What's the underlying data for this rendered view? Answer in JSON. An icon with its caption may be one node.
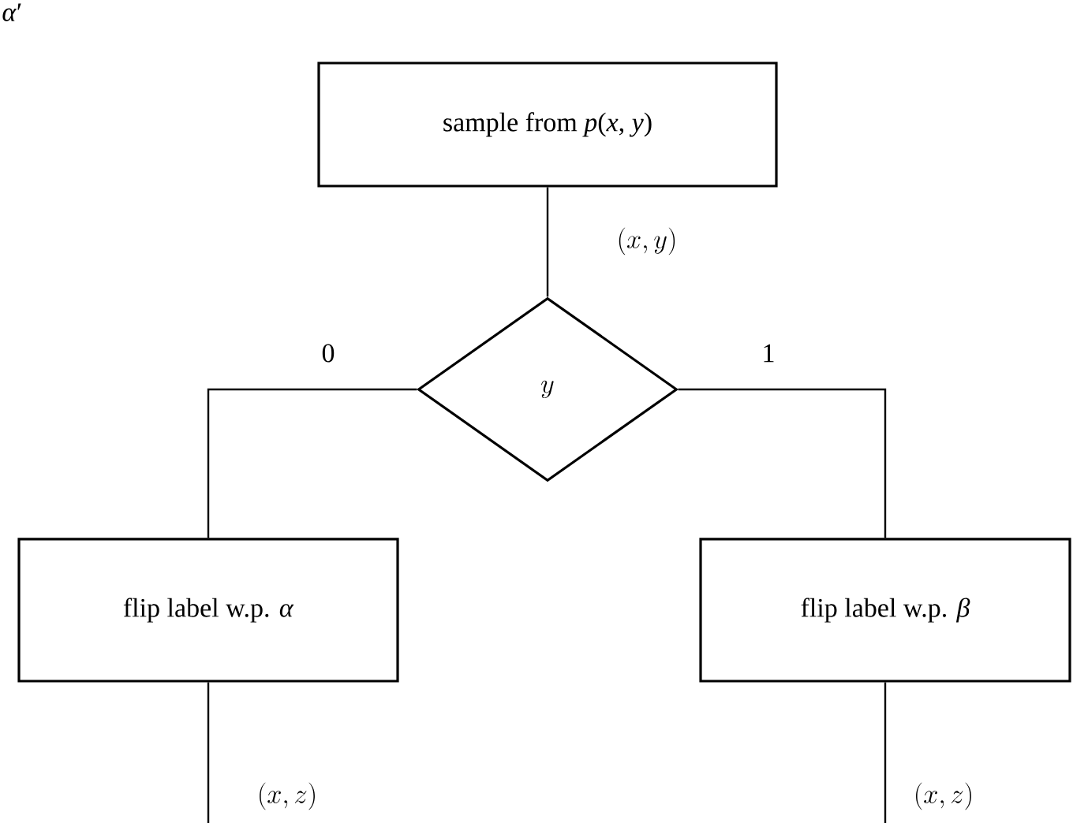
{
  "diagram": {
    "nodes": [
      {
        "text": [
          "sample from *p*(*x*, *y*)"
        ]
      },
      {
        "text": [
          "y"
        ]
      },
      {
        "text": [
          "flip label w.p. *α*"
        ]
      },
      {
        "text": [
          "flip label w.p. *β*"
        ]
      }
    ],
    "edges": [
      {
        "from": 0,
        "to": 1,
        "arrow": "none",
        "label": "(x,y)"
      },
      {
        "from": 1,
        "to": 2,
        "arrow": "none",
        "label": "0"
      },
      {
        "from": 1,
        "to": 3,
        "arrow": "none",
        "label": "1"
      },
      {
        "from": 2,
        "to": null,
        "arrow": "none",
        "label": "(x,z)"
      },
      {
        "from": 3,
        "to": null,
        "arrow": "none",
        "label": "(x,z)"
      }
    ],
    "labels": [
      "*α*′"
    ]
  }
}
